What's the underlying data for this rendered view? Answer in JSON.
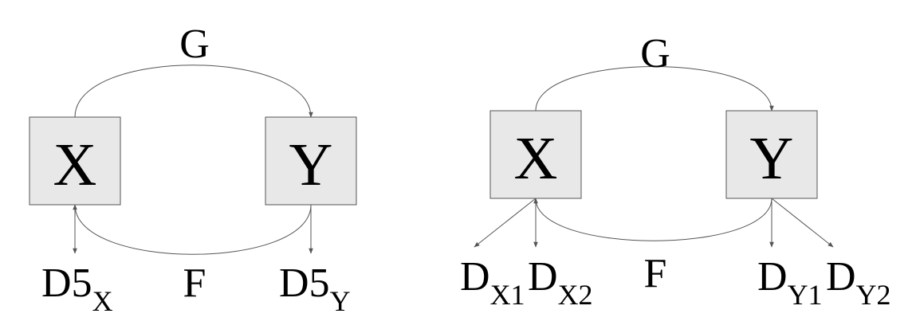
{
  "diagrams": [
    {
      "top_label": "G",
      "bottom_label": "F",
      "left_box": "X",
      "right_box": "Y",
      "left_outputs": [
        {
          "base": "D5",
          "sub": "X"
        }
      ],
      "right_outputs": [
        {
          "base": "D5",
          "sub": "Y"
        }
      ]
    },
    {
      "top_label": "G",
      "bottom_label": "F",
      "left_box": "X",
      "right_box": "Y",
      "left_outputs": [
        {
          "base": "D",
          "sub": "X1"
        },
        {
          "base": "D",
          "sub": "X2"
        }
      ],
      "right_outputs": [
        {
          "base": "D",
          "sub": "Y1"
        },
        {
          "base": "D",
          "sub": "Y2"
        }
      ]
    }
  ]
}
